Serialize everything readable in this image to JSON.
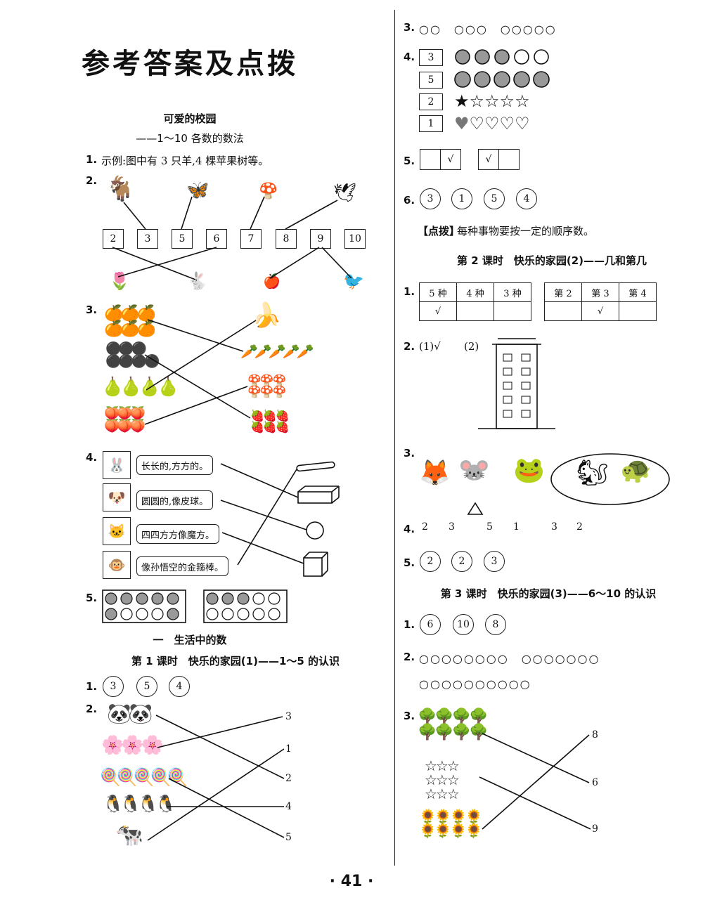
{
  "title": "参考答案及点拨",
  "page_number": "· 41 ·",
  "left": {
    "unit_title": "可爱的校园",
    "unit_subtitle": "——1～10 各数的数法",
    "q1": {
      "num": "1.",
      "text": "示例:图中有 3 只羊,4 棵苹果树等。"
    },
    "q2": {
      "num": "2.",
      "boxes": [
        "2",
        "3",
        "5",
        "6",
        "7",
        "8",
        "9",
        "10"
      ]
    },
    "q3": {
      "num": "3."
    },
    "q4": {
      "num": "4.",
      "phrases": [
        "长长的,方方的。",
        "圆圆的,像皮球。",
        "四四方方像魔方。",
        "像孙悟空的金箍棒。"
      ]
    },
    "q5": {
      "num": "5."
    },
    "chapter_title": "一　生活中的数",
    "lesson1_title": "第 1 课时　快乐的家园(1)——1～5 的认识",
    "l1q1": {
      "num": "1.",
      "circles": [
        "3",
        "5",
        "4"
      ]
    },
    "l1q2": {
      "num": "2.",
      "numbers": [
        "3",
        "1",
        "2",
        "4",
        "5"
      ]
    }
  },
  "right": {
    "q3": {
      "num": "3.",
      "circles": "○○　○○○　○○○○○"
    },
    "q4": {
      "num": "4.",
      "boxes": [
        "3",
        "5",
        "2",
        "1"
      ]
    },
    "q5": {
      "num": "5.",
      "checks": [
        "",
        "√",
        "√",
        ""
      ]
    },
    "q6": {
      "num": "6.",
      "circles": [
        "3",
        "1",
        "5",
        "4"
      ]
    },
    "hint": {
      "tag": "【点拨】",
      "text": "每种事物要按一定的顺序数。"
    },
    "lesson2_title": "第 2 课时　快乐的家园(2)——几和第几",
    "l2q1": {
      "num": "1.",
      "table1_head": [
        "5 种",
        "4 种",
        "3 种"
      ],
      "table1_row": [
        "√",
        "",
        ""
      ],
      "table2_head": [
        "第 2",
        "第 3",
        "第 4"
      ],
      "table2_row": [
        "",
        "√",
        ""
      ]
    },
    "l2q2": {
      "num": "2.",
      "text1": "(1)√",
      "text2": "(2)"
    },
    "l2q3": {
      "num": "3."
    },
    "l2q4": {
      "num": "4.",
      "marks": [
        "2",
        "3",
        "5",
        "1",
        "3",
        "2"
      ]
    },
    "l2q5": {
      "num": "5.",
      "circles": [
        "2",
        "2",
        "3"
      ]
    },
    "lesson3_title": "第 3 课时　快乐的家园(3)——6～10 的认识",
    "l3q1": {
      "num": "1.",
      "circles": [
        "6",
        "10",
        "8"
      ]
    },
    "l3q2": {
      "num": "2.",
      "line1": "○○○○○○○○　○○○○○○○",
      "line2": "○○○○○○○○○○"
    },
    "l3q3": {
      "num": "3.",
      "numbers": [
        "8",
        "6",
        "9"
      ]
    }
  }
}
